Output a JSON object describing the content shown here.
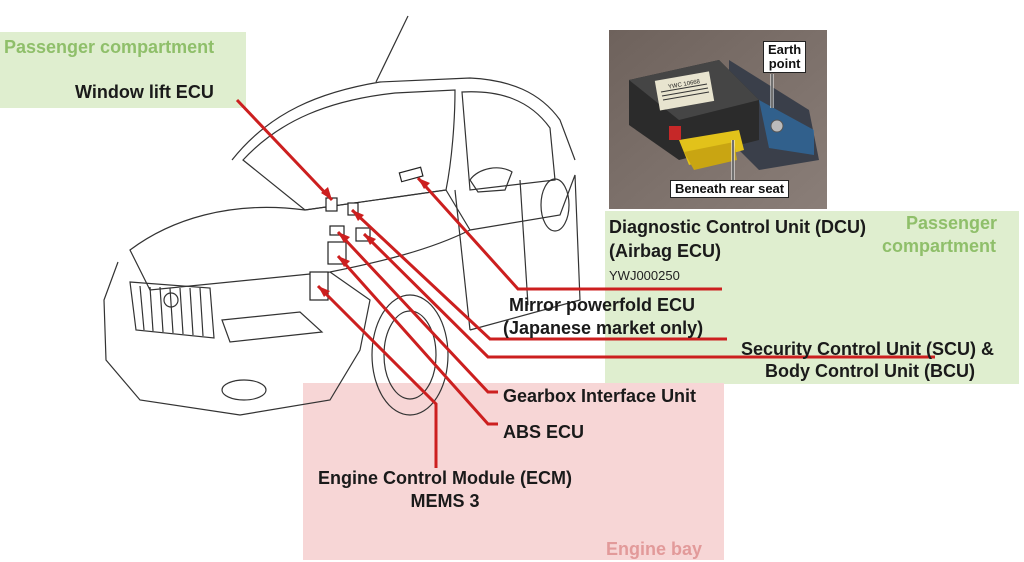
{
  "zones": {
    "passenger_left": "Passenger compartment",
    "passenger_right_line1": "Passenger",
    "passenger_right_line2": "compartment",
    "engine_bay": "Engine bay"
  },
  "labels": {
    "window_lift": "Window lift ECU",
    "dcu_line1": "Diagnostic Control Unit (DCU)",
    "dcu_line2": "(Airbag ECU)",
    "part_code": "YWJ000250",
    "mirror_line1": "Mirror powerfold ECU",
    "mirror_line2": "(Japanese market only)",
    "scu_line1": "Security Control Unit (SCU) &",
    "scu_line2": "Body Control Unit (BCU)",
    "gearbox": "Gearbox Interface Unit",
    "abs": "ABS ECU",
    "ecm_line1": "Engine Control Module (ECM)",
    "ecm_line2": "MEMS 3"
  },
  "photo": {
    "earth_line1": "Earth",
    "earth_line2": "point",
    "beneath": "Beneath rear seat",
    "module_text": "YWC 10668"
  },
  "colors": {
    "leader": "#cc1f1f",
    "passenger_zone": "#dfeecf",
    "engine_zone": "#f7d6d6"
  }
}
